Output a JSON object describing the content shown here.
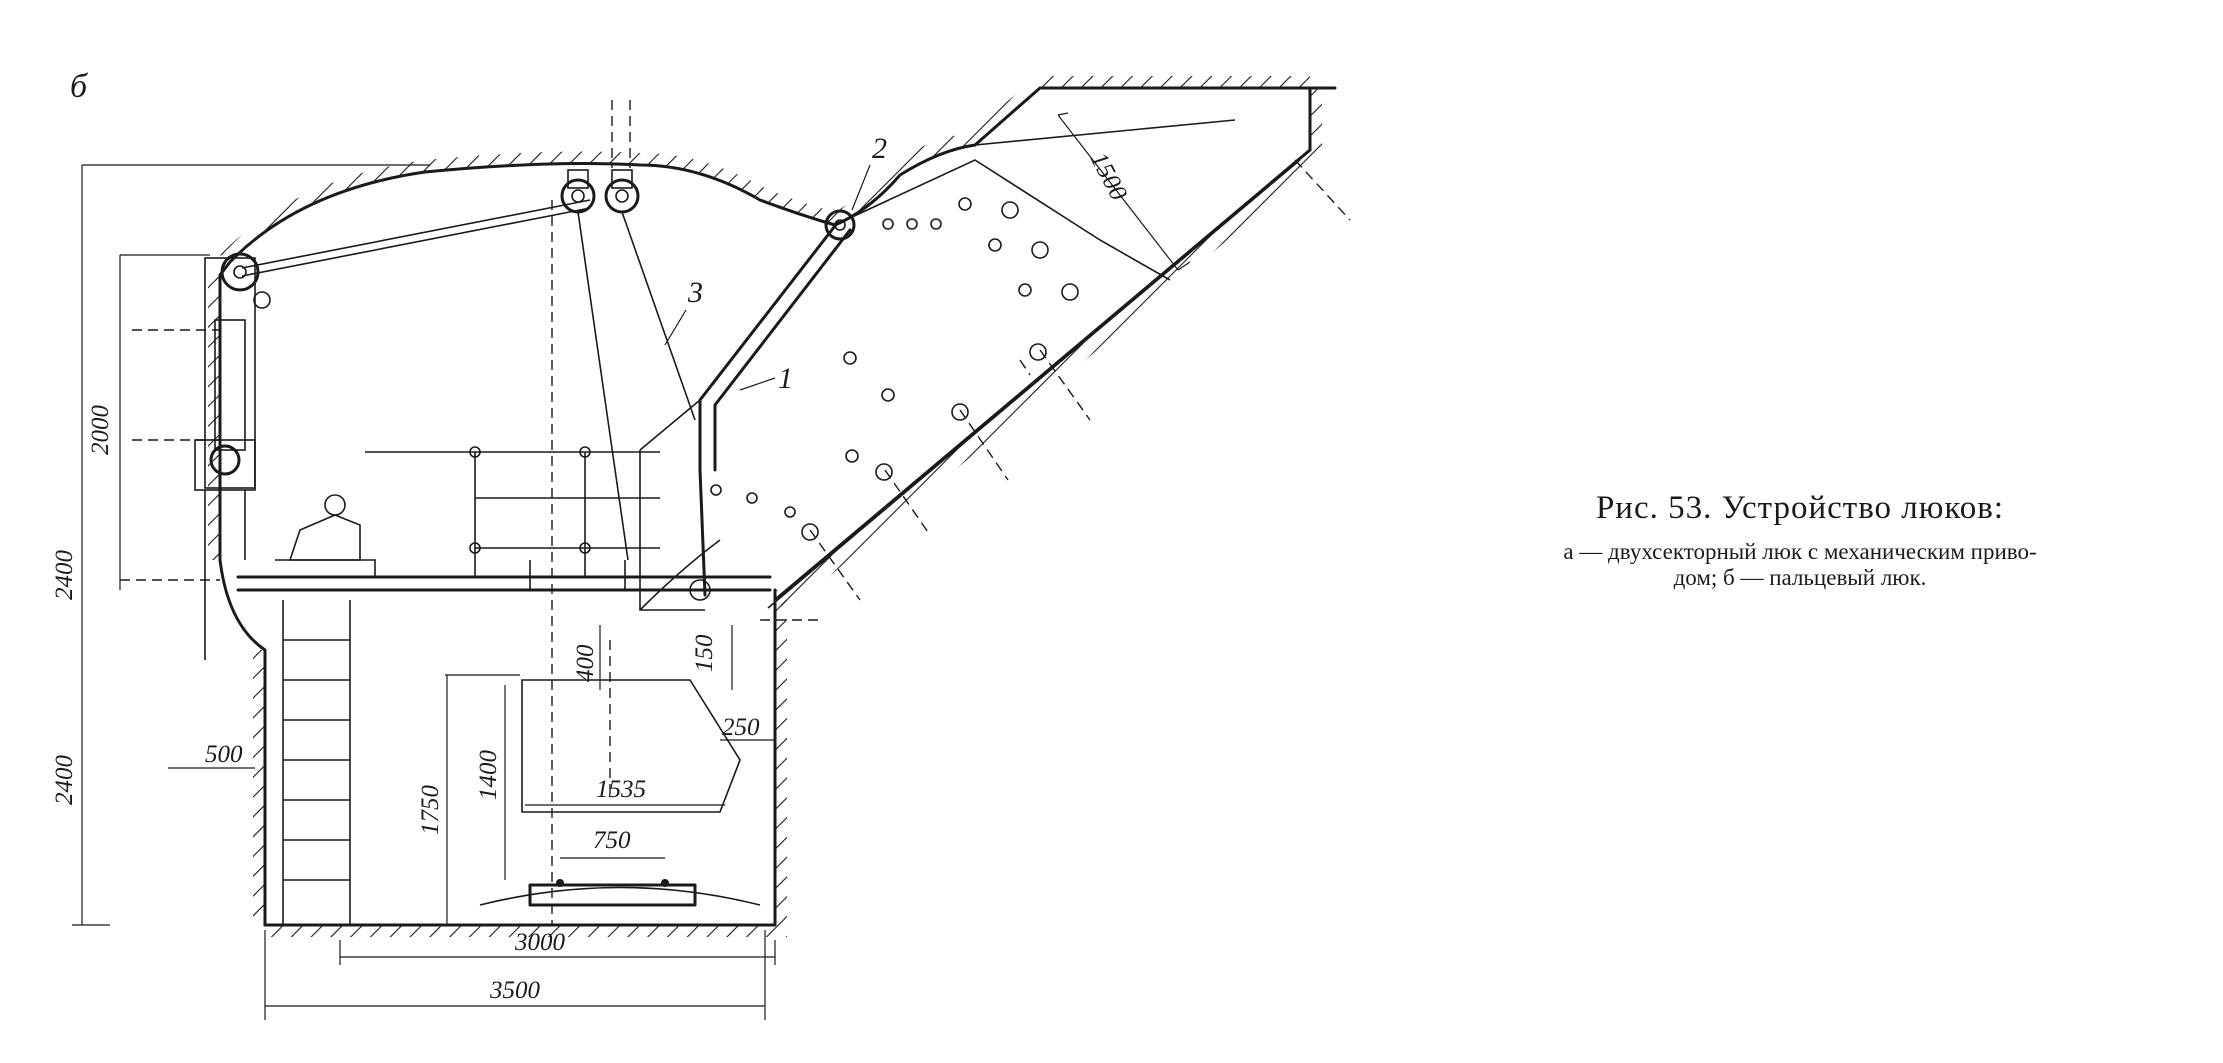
{
  "figure": {
    "panel_letter": "б",
    "callouts": [
      "1",
      "2",
      "3"
    ],
    "dimensions": {
      "d1500": "1500",
      "d2000": "2000",
      "d2400_upper": "2400",
      "d2400_lower": "2400",
      "d500": "500",
      "d400": "400",
      "d150": "150",
      "d250": "250",
      "d1400": "1400",
      "d1750": "1750",
      "d1535": "1535",
      "d750": "750",
      "d3000": "3000",
      "d3500": "3500"
    }
  },
  "caption": {
    "title": "Рис. 53. Устройство люков:",
    "legend_line1": "а — двухсекторный люк с механическим приво-",
    "legend_line2": "дом; б — пальцевый люк."
  }
}
